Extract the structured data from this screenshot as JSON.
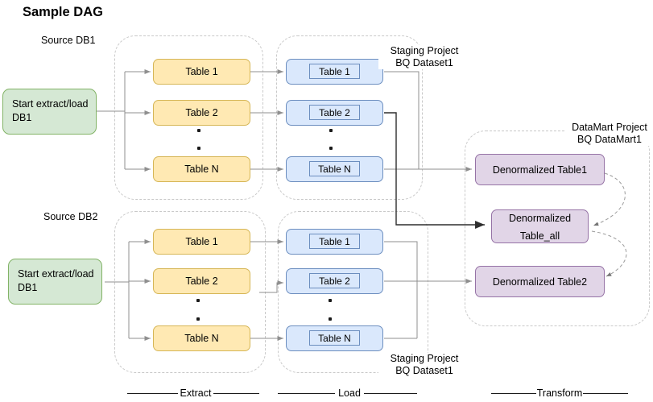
{
  "title": "Sample DAG",
  "pipeline1": {
    "source_label": "Source DB1",
    "start_node": {
      "line1": "Start extract/load",
      "line2": "DB1"
    },
    "extract_tables": [
      "Table 1",
      "Table 2",
      "Table N"
    ],
    "load_tables": [
      "Table 1",
      "Table 2",
      "Table N"
    ],
    "staging_label": {
      "line1": "Staging Project",
      "line2": "BQ Dataset1"
    }
  },
  "pipeline2": {
    "source_label": "Source DB2",
    "start_node": {
      "line1": "Start extract/load",
      "line2": "DB1"
    },
    "extract_tables": [
      "Table 1",
      "Table 2",
      "Table N"
    ],
    "load_tables": [
      "Table 1",
      "Table 2",
      "Table N"
    ],
    "staging_label": {
      "line1": "Staging Project",
      "line2": "BQ Dataset1"
    }
  },
  "datamart": {
    "label": {
      "line1": "DataMart Project",
      "line2": "BQ DataMart1"
    },
    "table1": "Denormalized Table1",
    "table_all": {
      "line1": "Denormalized",
      "line2": "Table_all"
    },
    "table2": "Denormalized Table2"
  },
  "stages": {
    "extract": "Extract",
    "load": "Load",
    "transform": "Transform"
  },
  "colors": {
    "start_fill": "#d5e8d4",
    "start_stroke": "#82b366",
    "extract_fill": "#ffe9b3",
    "extract_stroke": "#d6b656",
    "load_fill": "#dae8fc",
    "load_stroke": "#6c8ebf",
    "datamart_fill": "#e1d5e7",
    "datamart_stroke": "#9673a6",
    "connector": "#8f8f8f",
    "dark_connector": "#2e2e2e",
    "container_dash": "#c9c9c9"
  }
}
